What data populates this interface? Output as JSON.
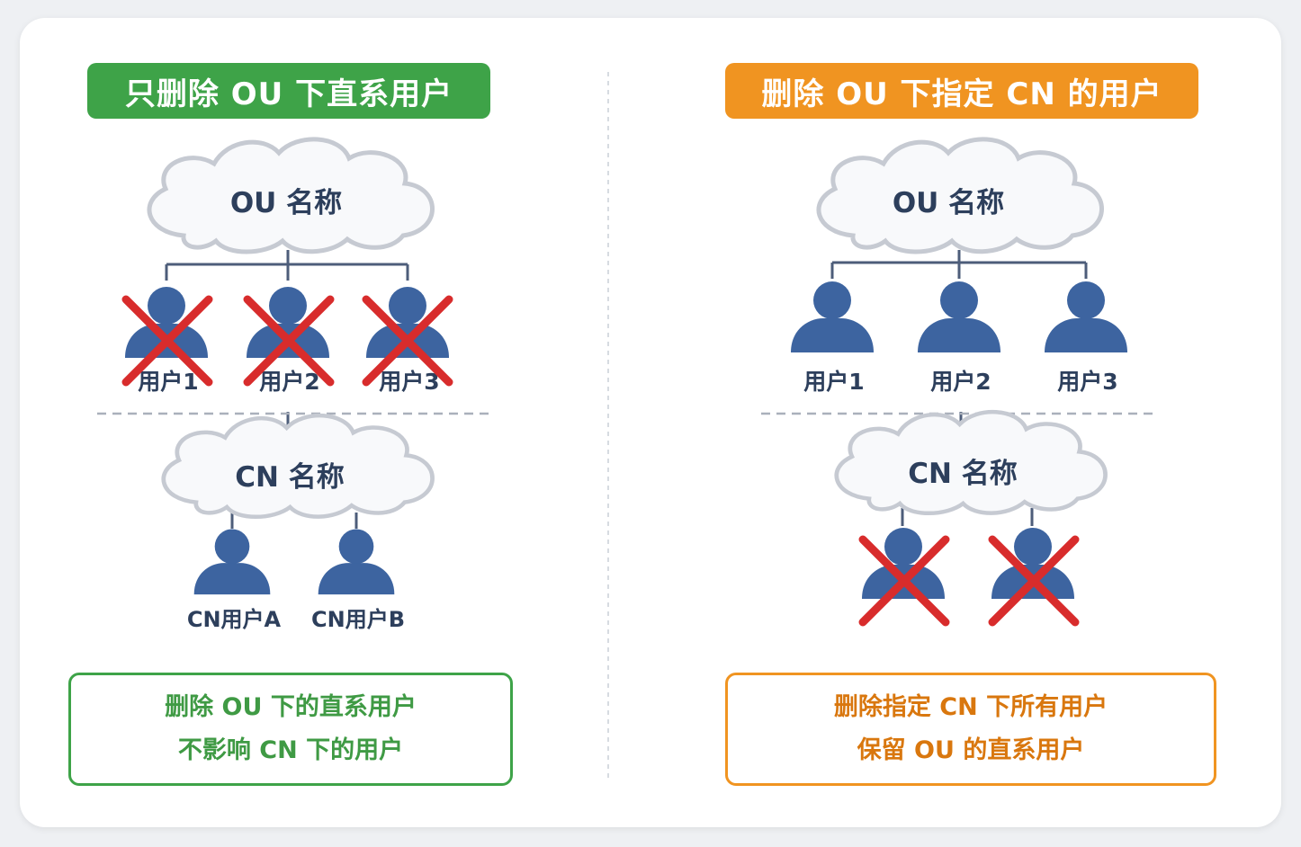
{
  "left": {
    "header": "只删除 OU 下直系用户",
    "ou_cloud": "OU 名称",
    "users": [
      "用户1",
      "用户2",
      "用户3"
    ],
    "cn_cloud": "CN 名称",
    "cn_users": [
      "CN用户A",
      "CN用户B"
    ],
    "note_line1": "删除 OU 下的直系用户",
    "note_line2": "不影响 CN 下的用户"
  },
  "right": {
    "header": "删除 OU 下指定 CN 的用户",
    "ou_cloud": "OU 名称",
    "users": [
      "用户1",
      "用户2",
      "用户3"
    ],
    "cn_cloud": "CN 名称",
    "note_line1": "删除指定 CN 下所有用户",
    "note_line2": "保留 OU 的直系用户"
  },
  "colors": {
    "green": "#3ea348",
    "orange": "#f09421",
    "user_blue": "#3d64a0",
    "delete_red": "#d82c2c",
    "line_navy": "#4d5d7a"
  },
  "icons": [
    "cloud-icon",
    "user-icon",
    "delete-x-icon"
  ]
}
